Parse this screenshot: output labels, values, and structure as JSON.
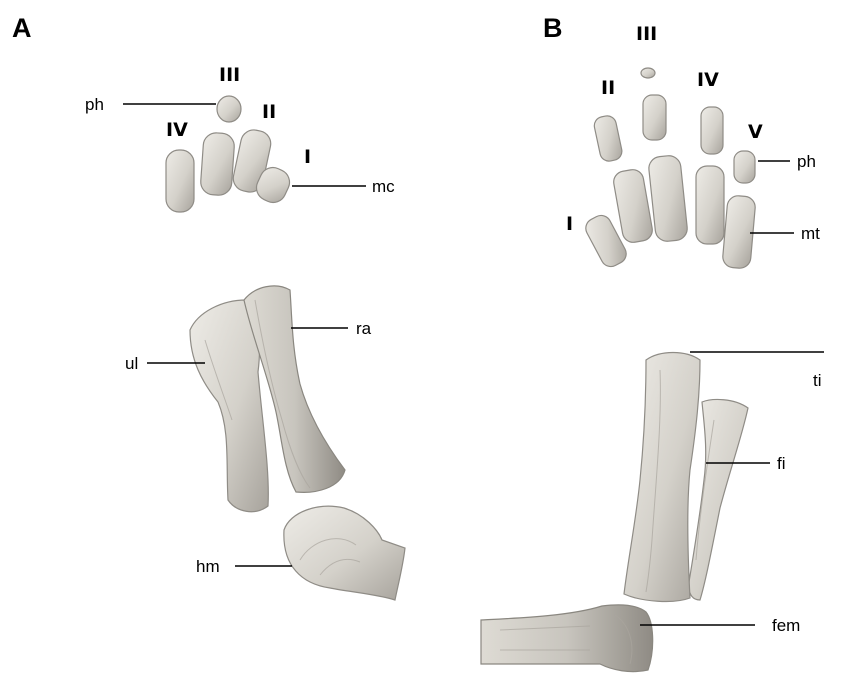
{
  "panels": {
    "a": {
      "letter": "A",
      "digits": {
        "one": "I",
        "two": "II",
        "three": "III",
        "four": "IV"
      },
      "labels": {
        "ph": "ph",
        "mc": "mc",
        "ul": "ul",
        "ra": "ra",
        "hm": "hm"
      }
    },
    "b": {
      "letter": "B",
      "digits": {
        "one": "I",
        "two": "II",
        "three": "III",
        "four": "IV",
        "five": "V"
      },
      "labels": {
        "ph": "ph",
        "mt": "mt",
        "ti": "ti",
        "fi": "fi",
        "fem": "fem"
      }
    }
  },
  "colors": {
    "bone_light": "#e9e7e1",
    "bone_mid": "#cfccc5",
    "bone_dark": "#9e9a93"
  }
}
